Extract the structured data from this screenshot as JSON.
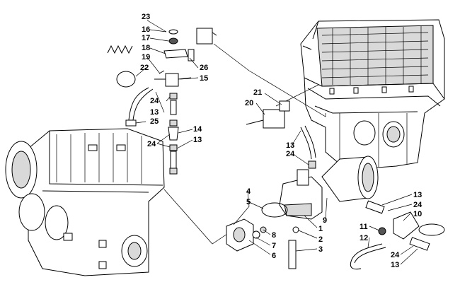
{
  "callouts": [
    {
      "id": "c1",
      "label": "1"
    },
    {
      "id": "c2",
      "label": "2"
    },
    {
      "id": "c3",
      "label": "3"
    },
    {
      "id": "c4",
      "label": "4"
    },
    {
      "id": "c5",
      "label": "5"
    },
    {
      "id": "c6",
      "label": "6"
    },
    {
      "id": "c7",
      "label": "7"
    },
    {
      "id": "c8",
      "label": "8"
    },
    {
      "id": "c9",
      "label": "9"
    },
    {
      "id": "c10",
      "label": "10"
    },
    {
      "id": "c11",
      "label": "11"
    },
    {
      "id": "c12",
      "label": "12"
    },
    {
      "id": "c13a",
      "label": "13"
    },
    {
      "id": "c13b",
      "label": "13"
    },
    {
      "id": "c13c",
      "label": "13"
    },
    {
      "id": "c13d",
      "label": "13"
    },
    {
      "id": "c13e",
      "label": "13"
    },
    {
      "id": "c14",
      "label": "14"
    },
    {
      "id": "c15",
      "label": "15"
    },
    {
      "id": "c16",
      "label": "16"
    },
    {
      "id": "c17",
      "label": "17"
    },
    {
      "id": "c18",
      "label": "18"
    },
    {
      "id": "c19",
      "label": "19"
    },
    {
      "id": "c20",
      "label": "20"
    },
    {
      "id": "c21",
      "label": "21"
    },
    {
      "id": "c22",
      "label": "22"
    },
    {
      "id": "c23",
      "label": "23"
    },
    {
      "id": "c24a",
      "label": "24"
    },
    {
      "id": "c24b",
      "label": "24"
    },
    {
      "id": "c24c",
      "label": "24"
    },
    {
      "id": "c24d",
      "label": "24"
    },
    {
      "id": "c24e",
      "label": "24"
    },
    {
      "id": "c25",
      "label": "25"
    },
    {
      "id": "c26",
      "label": "26"
    }
  ]
}
